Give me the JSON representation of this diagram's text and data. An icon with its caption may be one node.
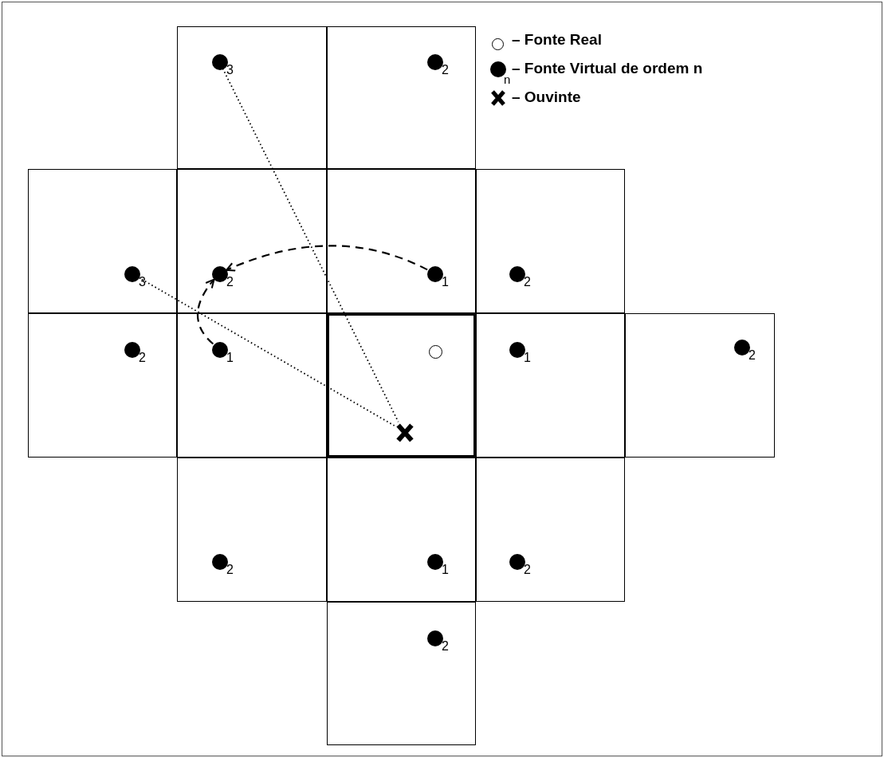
{
  "diagram": {
    "nodes": [
      {
        "text": [],
        "shape": "box"
      },
      {
        "text": [],
        "shape": "dot",
        "in": 0,
        "beside": [
          "3"
        ]
      },
      {
        "text": [],
        "shape": "box"
      },
      {
        "text": [],
        "shape": "dot",
        "in": 2,
        "beside": [
          "2"
        ]
      },
      {
        "text": [],
        "shape": "box"
      },
      {
        "text": [],
        "shape": "dot",
        "in": 4,
        "beside": [
          "3"
        ]
      },
      {
        "text": [],
        "shape": "box"
      },
      {
        "text": [],
        "shape": "dot",
        "in": 6,
        "beside": [
          "2"
        ]
      },
      {
        "text": [],
        "shape": "box"
      },
      {
        "text": [],
        "shape": "dot",
        "in": 8,
        "beside": [
          "1"
        ]
      },
      {
        "text": [],
        "shape": "box"
      },
      {
        "text": [],
        "shape": "dot",
        "in": 10,
        "beside": [
          "2"
        ]
      },
      {
        "text": [],
        "shape": "box"
      },
      {
        "text": [],
        "shape": "dot",
        "in": 12,
        "beside": [
          "2"
        ]
      },
      {
        "text": [],
        "shape": "box"
      },
      {
        "text": [],
        "shape": "dot",
        "in": 14,
        "beside": [
          "1"
        ]
      },
      {
        "text": [],
        "shape": "box"
      },
      {
        "text": [],
        "shape": "circle",
        "in": 16
      },
      {
        "text": [],
        "shape": "cross",
        "in": 16
      },
      {
        "text": [],
        "shape": "box"
      },
      {
        "text": [],
        "shape": "dot",
        "in": 19,
        "beside": [
          "1"
        ]
      },
      {
        "text": [],
        "shape": "box"
      },
      {
        "text": [],
        "shape": "dot",
        "in": 21,
        "beside": [
          "2"
        ]
      },
      {
        "text": [],
        "shape": "box"
      },
      {
        "text": [],
        "shape": "dot",
        "in": 23,
        "beside": [
          "2"
        ]
      },
      {
        "text": [],
        "shape": "box"
      },
      {
        "text": [],
        "shape": "dot",
        "in": 25,
        "beside": [
          "1"
        ]
      },
      {
        "text": [],
        "shape": "box"
      },
      {
        "text": [],
        "shape": "dot",
        "in": 27,
        "beside": [
          "2"
        ]
      },
      {
        "text": [],
        "shape": "box"
      },
      {
        "text": [],
        "shape": "dot",
        "in": 29,
        "beside": [
          "2"
        ]
      }
    ],
    "edges": [
      {
        "from": 1,
        "to": 18,
        "arrow": "none"
      },
      {
        "from": 5,
        "to": 18,
        "arrow": "none"
      },
      {
        "from": 9,
        "to": 7,
        "arrow": "to",
        "style": "dashed"
      },
      {
        "from": 15,
        "to": 7,
        "arrow": "to",
        "style": "dashed"
      }
    ],
    "labels": [
      "n"
    ],
    "legend": [
      {
        "text": "– Fonte Real"
      },
      {
        "text": "– Fonte Virtual de ordem n"
      },
      {
        "text": "– Ouvinte"
      }
    ]
  }
}
